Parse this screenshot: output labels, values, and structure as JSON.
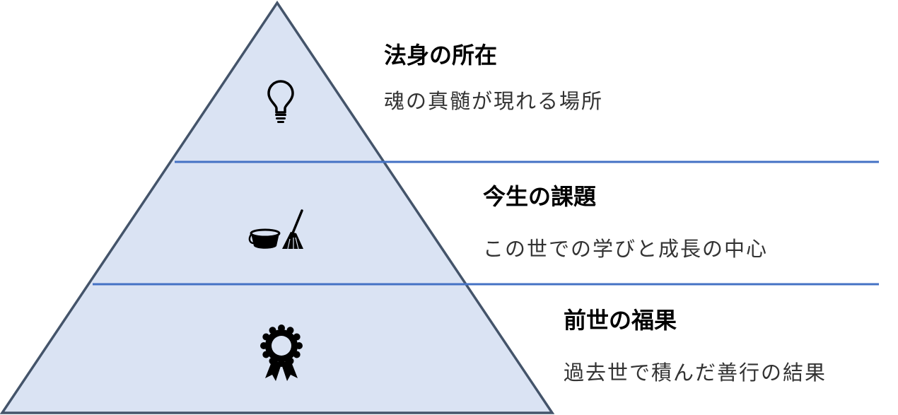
{
  "colors": {
    "pyramid_fill": "#dae3f3",
    "pyramid_stroke": "#44546a",
    "divider": "#4472c4",
    "icon": "#000000"
  },
  "tiers": [
    {
      "title": "法身の所在",
      "description": "魂の真髄が現れる場所",
      "icon": "lightbulb-icon"
    },
    {
      "title": "今生の課題",
      "description": "この世での学びと成長の中心",
      "icon": "bucket-broom-icon"
    },
    {
      "title": "前世の福果",
      "description": "過去世で積んだ善行の結果",
      "icon": "award-ribbon-icon"
    }
  ]
}
